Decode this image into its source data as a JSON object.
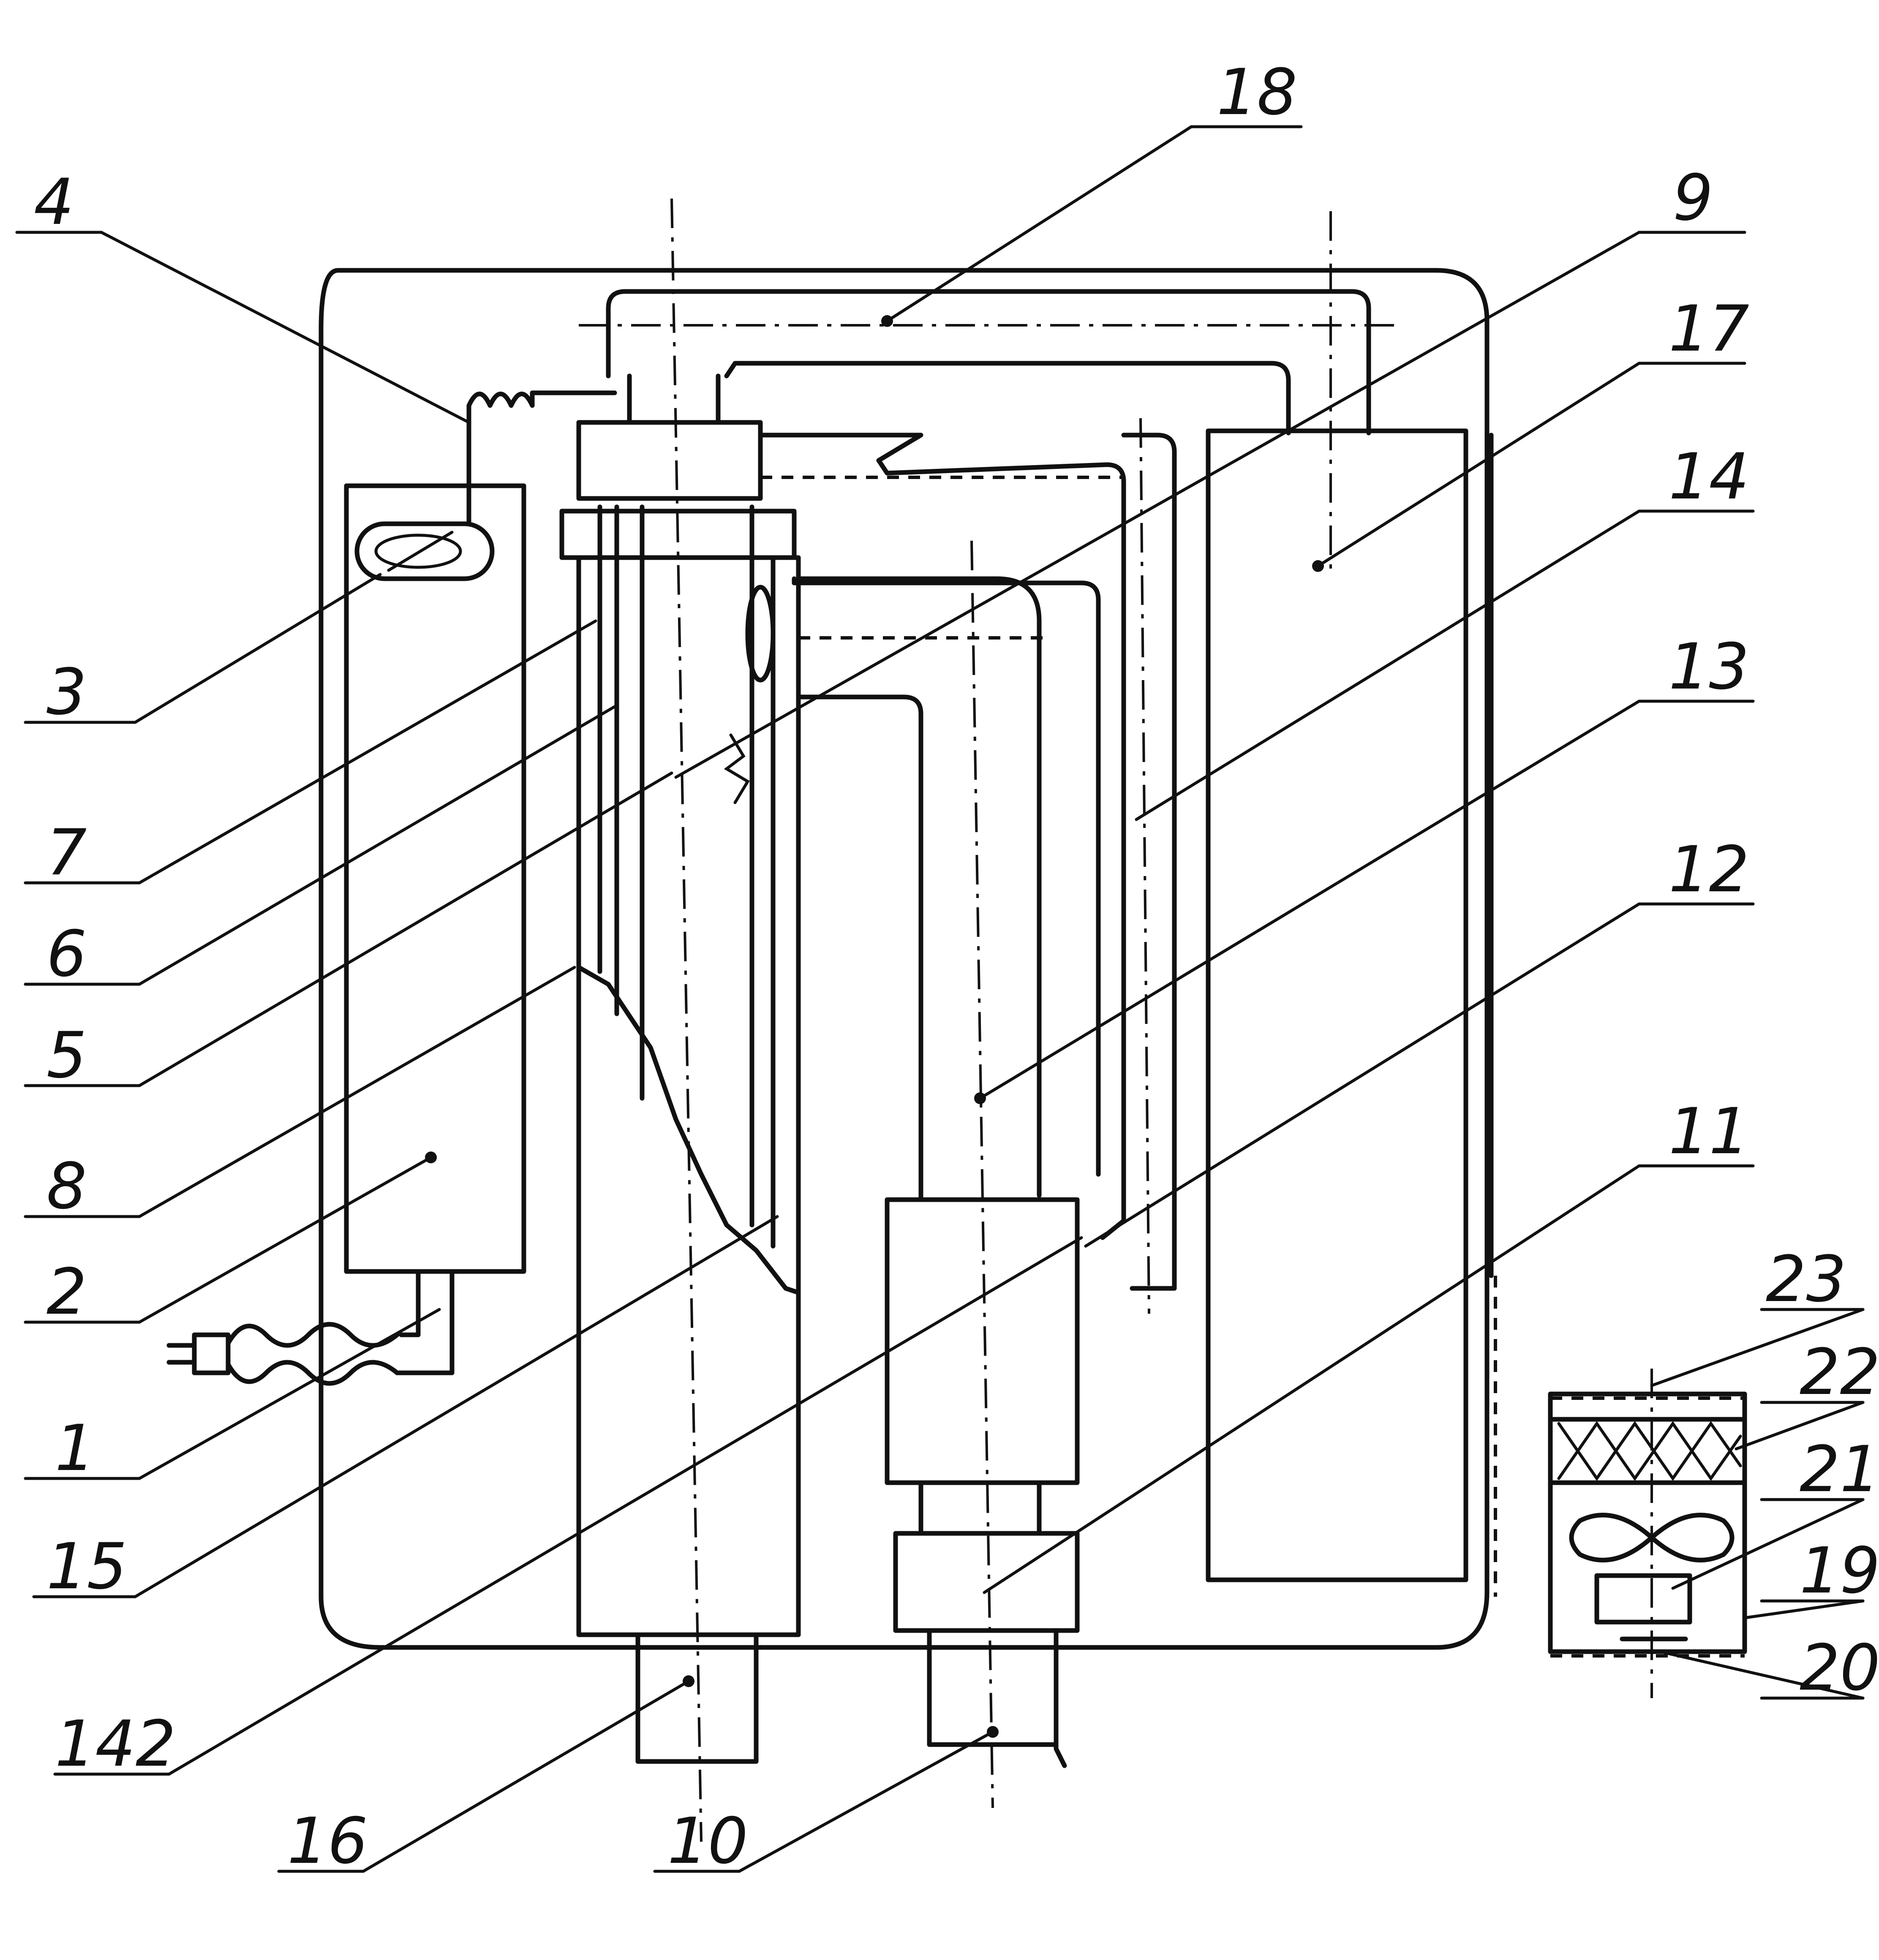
{
  "labels": {
    "l1": "1",
    "l2": "2",
    "l3": "3",
    "l4": "4",
    "l5": "5",
    "l6": "6",
    "l7": "7",
    "l8": "8",
    "l9": "9",
    "l10": "10",
    "l11": "11",
    "l12": "12",
    "l13": "13",
    "l14": "14",
    "l15": "15",
    "l16": "16",
    "l17": "17",
    "l18": "18",
    "l19": "19",
    "l20": "20",
    "l21": "21",
    "l22": "22",
    "l23": "23",
    "l142": "142"
  },
  "colors": {
    "ink": "#111111",
    "paper": "#ffffff"
  }
}
